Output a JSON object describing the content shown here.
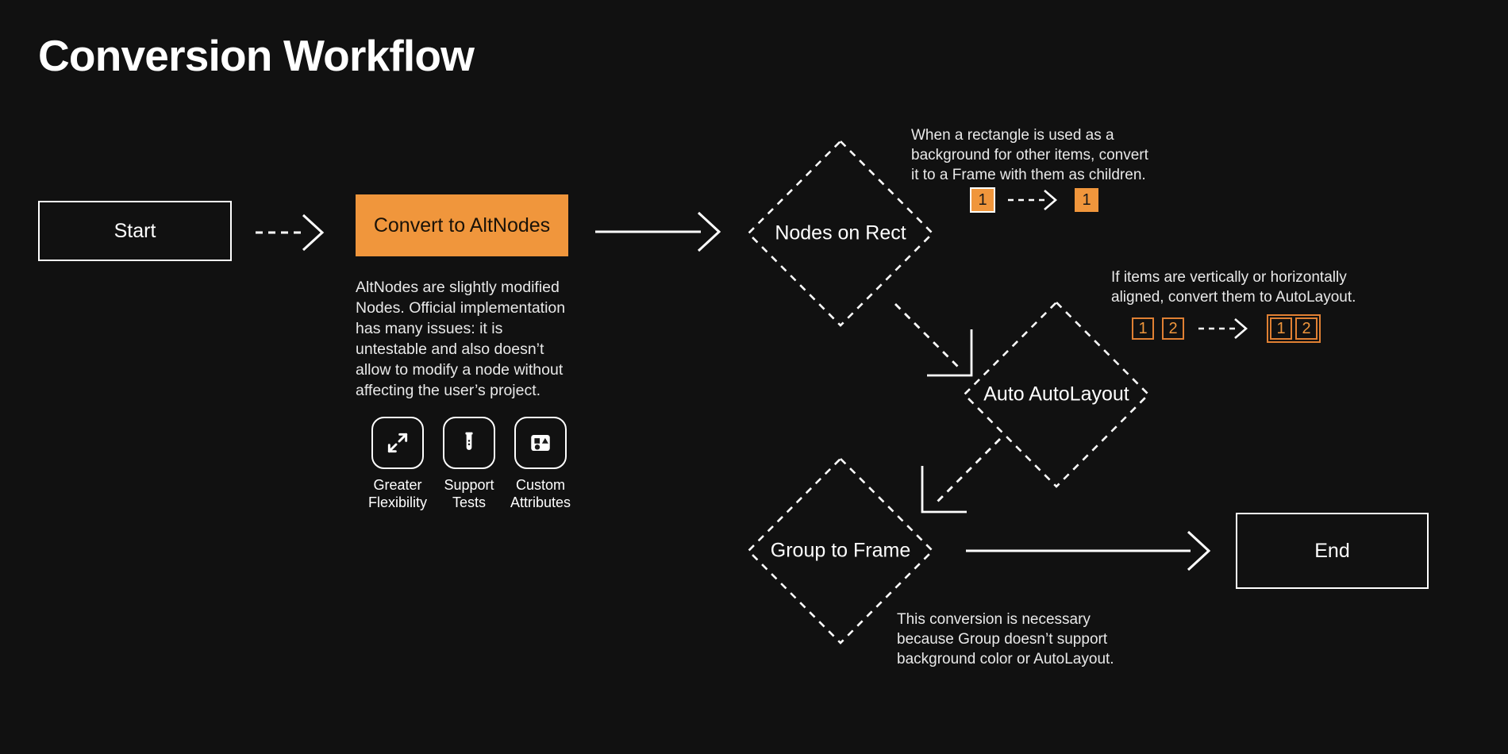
{
  "page": {
    "title": "Conversion Workflow",
    "background_color": "#111111",
    "accent_color": "#F0963C",
    "text_color": "#ffffff"
  },
  "nodes": {
    "start": {
      "label": "Start",
      "shape": "rectangle"
    },
    "convert": {
      "label": "Convert to AltNodes",
      "shape": "rectangle",
      "fill": "#F0963C"
    },
    "nodes_on_rect": {
      "label": "Nodes on Rect",
      "shape": "diamond"
    },
    "auto_autolayout": {
      "label": "Auto AutoLayout",
      "shape": "diamond"
    },
    "group_to_frame": {
      "label": "Group to Frame",
      "shape": "diamond"
    },
    "end": {
      "label": "End",
      "shape": "rectangle"
    }
  },
  "descriptions": {
    "altnodes": "AltNodes are slightly modified Nodes. Official implementation has many issues: it is untestable and also doesn’t allow to modify a node without affecting the user’s project.",
    "nodes_on_rect": "When a rectangle is used as a background for other items, convert it to a Frame with them as children.",
    "auto_autolayout": "If items are vertically or horizontally aligned, convert them to AutoLayout.",
    "group_to_frame": "This conversion is necessary because Group doesn’t support background color or AutoLayout."
  },
  "features": [
    {
      "icon": "expand-arrows-icon",
      "label_line1": "Greater",
      "label_line2": "Flexibility"
    },
    {
      "icon": "test-tube-icon",
      "label_line1": "Support",
      "label_line2": "Tests"
    },
    {
      "icon": "shapes-icon",
      "label_line1": "Custom",
      "label_line2": "Attributes"
    }
  ],
  "badge_examples": {
    "nodes_on_rect": {
      "before": [
        "1"
      ],
      "after": [
        "1"
      ]
    },
    "auto_autolayout": {
      "before": [
        "1",
        "2"
      ],
      "after": [
        "1",
        "2"
      ]
    }
  },
  "connectors": [
    {
      "from": "start",
      "to": "convert",
      "style": "dashed"
    },
    {
      "from": "convert",
      "to": "nodes_on_rect",
      "style": "solid"
    },
    {
      "from": "nodes_on_rect",
      "to": "auto_autolayout",
      "style": "dashed"
    },
    {
      "from": "auto_autolayout",
      "to": "group_to_frame",
      "style": "dashed"
    },
    {
      "from": "group_to_frame",
      "to": "end",
      "style": "solid"
    }
  ]
}
